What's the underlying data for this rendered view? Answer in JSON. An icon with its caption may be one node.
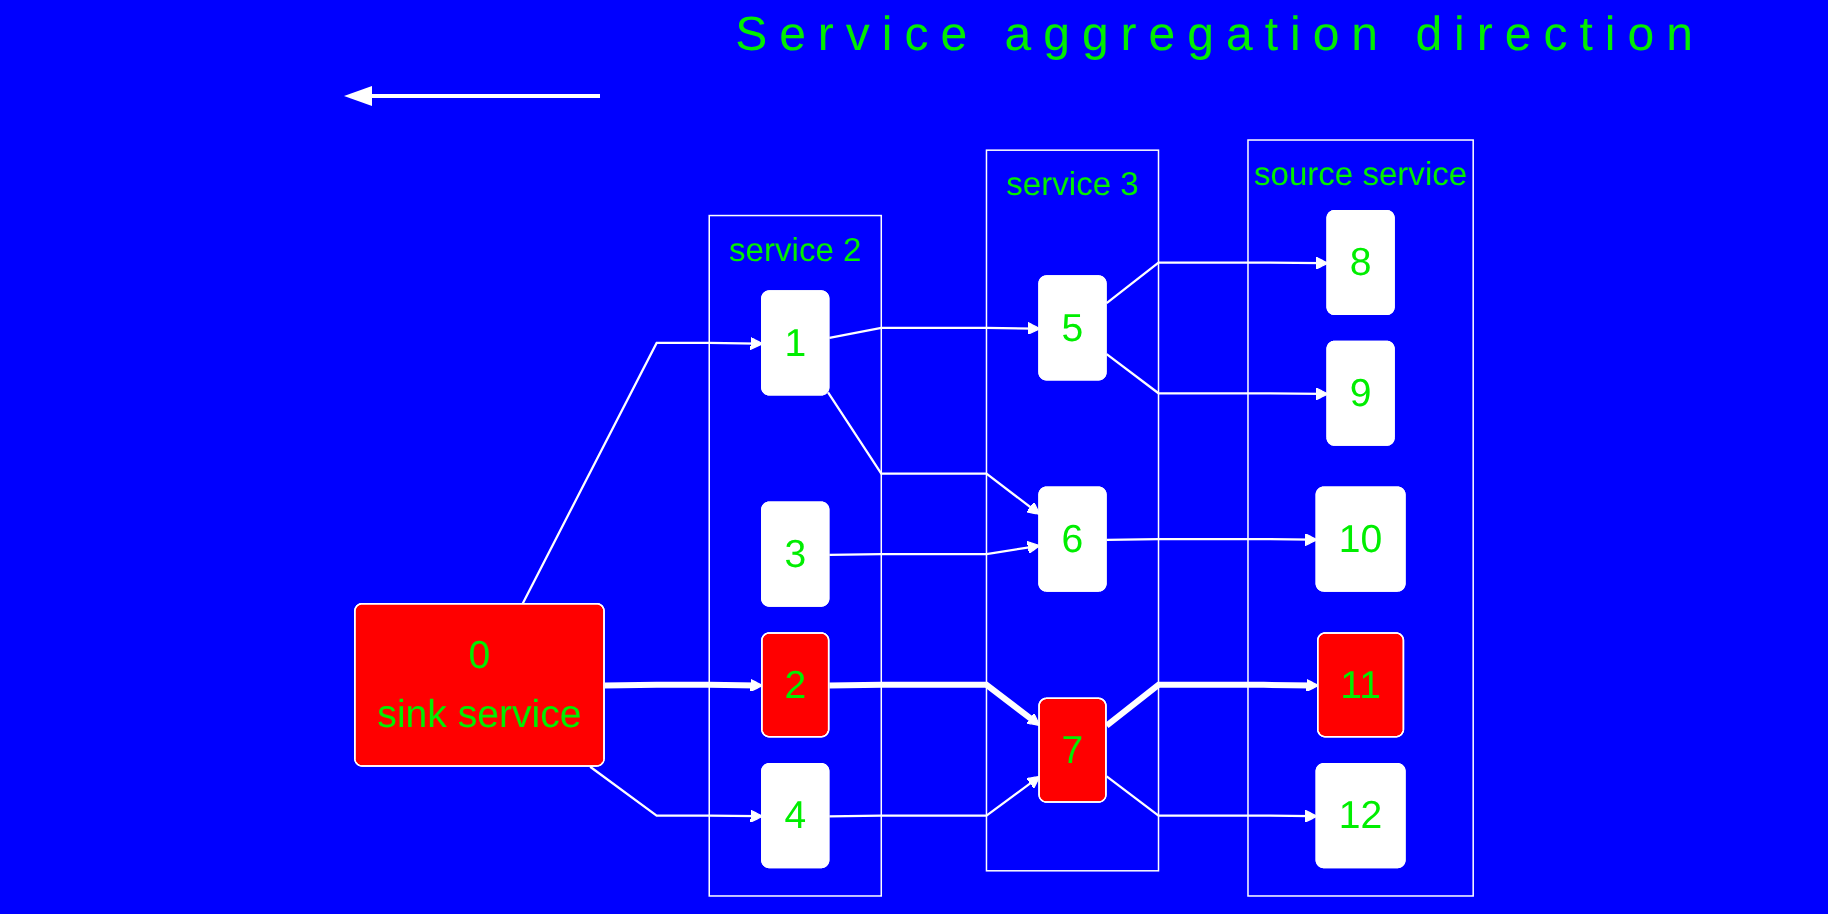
{
  "diagram": {
    "nodes": [
      {
        "text": [
          "0",
          "sink service"
        ]
      },
      {
        "text": [
          "service 2"
        ]
      },
      {
        "text": [
          "1"
        ],
        "in": 1
      },
      {
        "text": [
          "2"
        ],
        "in": 1
      },
      {
        "text": [
          "3"
        ],
        "in": 1
      },
      {
        "text": [
          "4"
        ],
        "in": 1
      },
      {
        "text": [
          "service 3"
        ]
      },
      {
        "text": [
          "5"
        ],
        "in": 6
      },
      {
        "text": [
          "6"
        ],
        "in": 6
      },
      {
        "text": [
          "7"
        ],
        "in": 6
      },
      {
        "text": [
          "source service"
        ]
      },
      {
        "text": [
          "8"
        ],
        "in": 10
      },
      {
        "text": [
          "9"
        ],
        "in": 10
      },
      {
        "text": [
          "10"
        ],
        "in": 10
      },
      {
        "text": [
          "11"
        ],
        "in": 10
      },
      {
        "text": [
          "12"
        ],
        "in": 10
      }
    ],
    "edges": [
      {
        "from": 0,
        "to": 2,
        "arrow": "to"
      },
      {
        "from": 0,
        "to": 3,
        "arrow": "to",
        "style": "thick"
      },
      {
        "from": 0,
        "to": 5,
        "arrow": "to"
      },
      {
        "from": 2,
        "to": 7,
        "arrow": "to"
      },
      {
        "from": 2,
        "to": 8,
        "arrow": "to"
      },
      {
        "from": 3,
        "to": 9,
        "arrow": "to",
        "style": "thick"
      },
      {
        "from": 4,
        "to": 8,
        "arrow": "to"
      },
      {
        "from": 5,
        "to": 9,
        "arrow": "to"
      },
      {
        "from": 7,
        "to": 11,
        "arrow": "to"
      },
      {
        "from": 7,
        "to": 12,
        "arrow": "to"
      },
      {
        "from": 8,
        "to": 13,
        "arrow": "to"
      },
      {
        "from": 9,
        "to": 14,
        "arrow": "to",
        "style": "thick"
      },
      {
        "from": 9,
        "to": 15,
        "arrow": "to"
      }
    ],
    "labels": [
      "Service aggregation direction"
    ]
  }
}
